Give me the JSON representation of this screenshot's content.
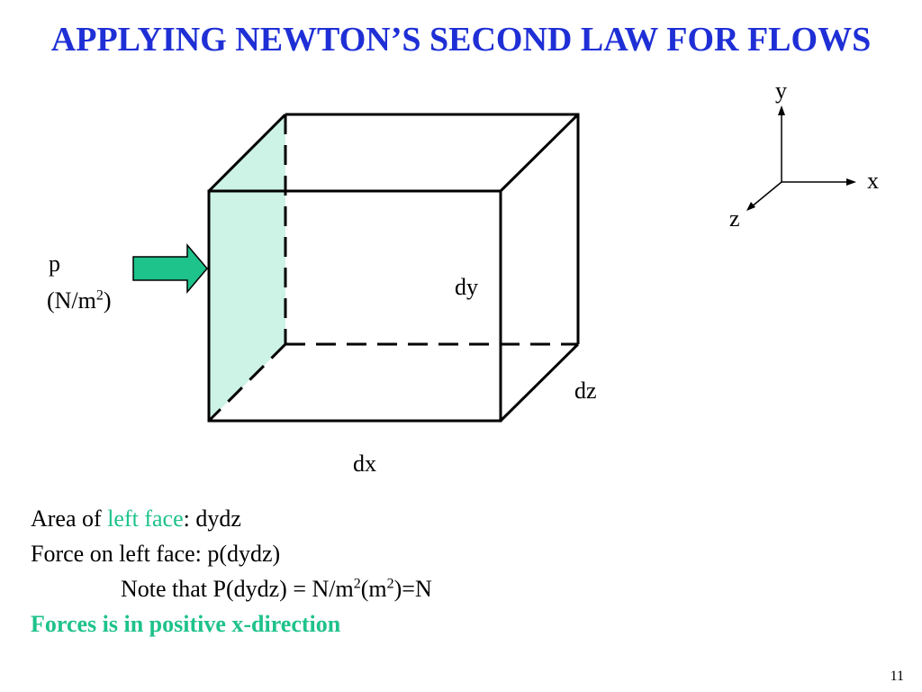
{
  "title": "APPLYING NEWTON’S SECOND LAW FOR FLOWS",
  "colors": {
    "title": "#1f2fd6",
    "accent": "#1ec28b",
    "face_fill": "#cdf2e6"
  },
  "diagram": {
    "pressure_label": "p",
    "pressure_unit_base": "(N/m",
    "pressure_unit_exp": "2",
    "pressure_unit_close": ")",
    "dim_dx": "dx",
    "dim_dy": "dy",
    "dim_dz": "dz",
    "axis_x": "x",
    "axis_y": "y",
    "axis_z": "z"
  },
  "text": {
    "line1_prefix": "Area of ",
    "line1_highlight": "left face",
    "line1_suffix": ": dydz",
    "line2": "Force on left face: p(dydz)",
    "line3_a": "Note that P(dydz) = N/m",
    "line3_exp1": "2",
    "line3_b": "(m",
    "line3_exp2": "2",
    "line3_c": ")=N",
    "line4": "Forces is in positive x-direction"
  },
  "page_number": "11"
}
